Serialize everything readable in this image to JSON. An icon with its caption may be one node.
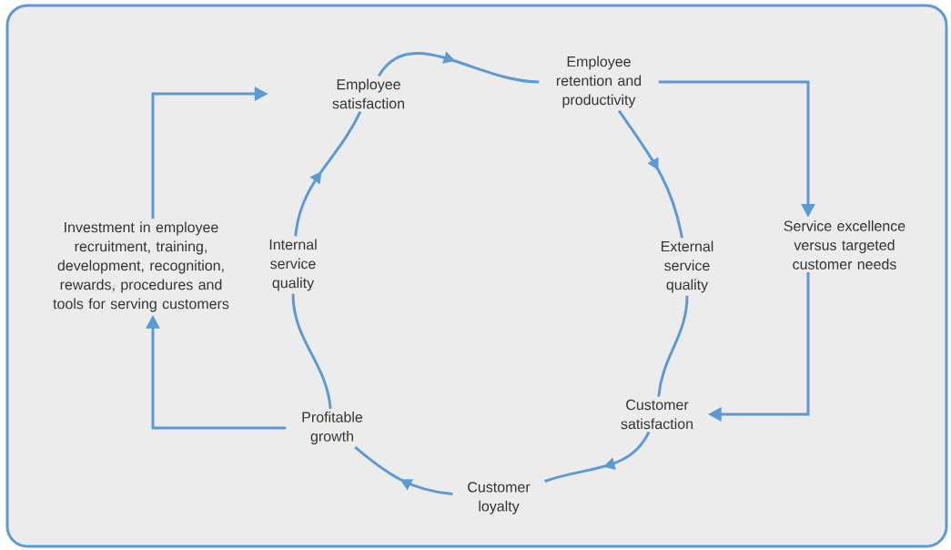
{
  "diagram": {
    "nodes": [
      {
        "text": [
          "Employee satisfaction"
        ]
      },
      {
        "text": [
          "Employee retention and productivity"
        ]
      },
      {
        "text": [
          "External service quality"
        ]
      },
      {
        "text": [
          "Customer satisfaction"
        ]
      },
      {
        "text": [
          "Customer loyalty"
        ]
      },
      {
        "text": [
          "Profitable growth"
        ]
      },
      {
        "text": [
          "Internal service quality"
        ]
      },
      {
        "text": [
          "Investment in employee recruitment, training, development, recognition, rewards, procedures and tools for serving customers"
        ]
      },
      {
        "text": [
          "Service excellence versus targeted customer needs"
        ]
      }
    ],
    "edges": [
      {
        "from": 0,
        "to": 1,
        "arrow": "to"
      },
      {
        "from": 1,
        "to": 2,
        "arrow": "to"
      },
      {
        "from": 2,
        "to": 3,
        "arrow": "none"
      },
      {
        "from": 3,
        "to": 4,
        "arrow": "to"
      },
      {
        "from": 4,
        "to": 5,
        "arrow": "to"
      },
      {
        "from": 5,
        "to": 6,
        "arrow": "none"
      },
      {
        "from": 6,
        "to": 0,
        "arrow": "to"
      },
      {
        "from": 1,
        "to": 8,
        "arrow": "to"
      },
      {
        "from": 8,
        "to": 3,
        "arrow": "to"
      },
      {
        "from": 5,
        "to": 7,
        "arrow": "to"
      },
      {
        "from": 7,
        "to": 0,
        "arrow": "to"
      }
    ]
  }
}
